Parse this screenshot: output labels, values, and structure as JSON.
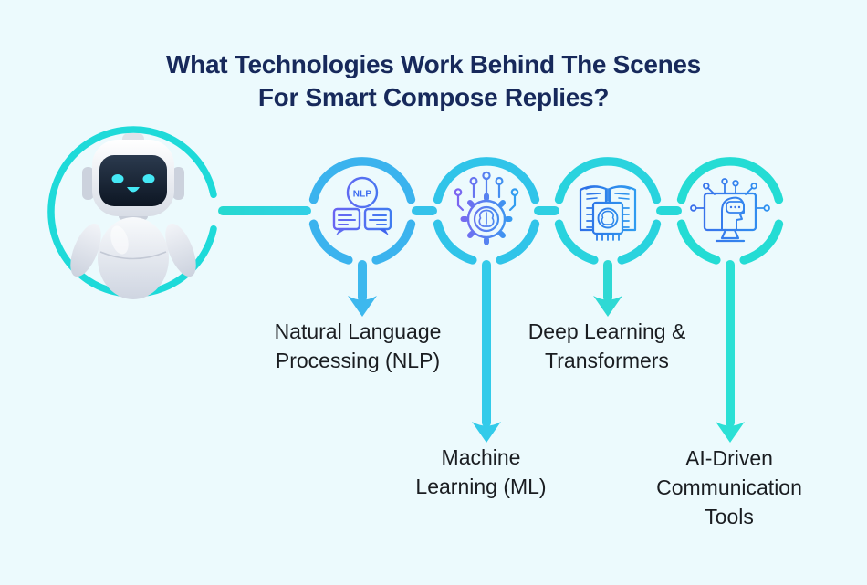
{
  "title": {
    "line1": "What Technologies Work Behind The Scenes",
    "line2": "For Smart Compose Replies?"
  },
  "nodes": [
    {
      "icon": "nlp-chat-bubbles-icon",
      "label_lines": [
        "Natural Language",
        "Processing (NLP)"
      ]
    },
    {
      "icon": "gear-brain-circuit-icon",
      "label_lines": [
        "Machine",
        "Learning (ML)"
      ]
    },
    {
      "icon": "book-ai-chip-icon",
      "label_lines": [
        "Deep Learning &",
        "Transformers"
      ]
    },
    {
      "icon": "monitor-ai-head-icon",
      "label_lines": [
        "AI-Driven",
        "Communication",
        "Tools"
      ]
    }
  ],
  "icon_badges": {
    "nlp": "NLP"
  },
  "colors": {
    "background": "#ecfafd",
    "title_text": "#17295b",
    "label_text": "#1a1d21",
    "hub_circle_teal": "#1edad9",
    "node1_blue": "#3bb3ee",
    "node2_cyan": "#30c4e9",
    "node3_cyan_teal": "#29d3de",
    "node4_teal": "#24dcd4",
    "arrow1": "#3db8ee",
    "arrow2": "#33cbea",
    "arrow3": "#2fd9d4",
    "arrow4": "#2be0d5",
    "icon_purple": "#6a63f2",
    "icon_blue": "#2f7de8",
    "robot_face": "#14202e",
    "robot_eyes": "#45e8f5"
  }
}
